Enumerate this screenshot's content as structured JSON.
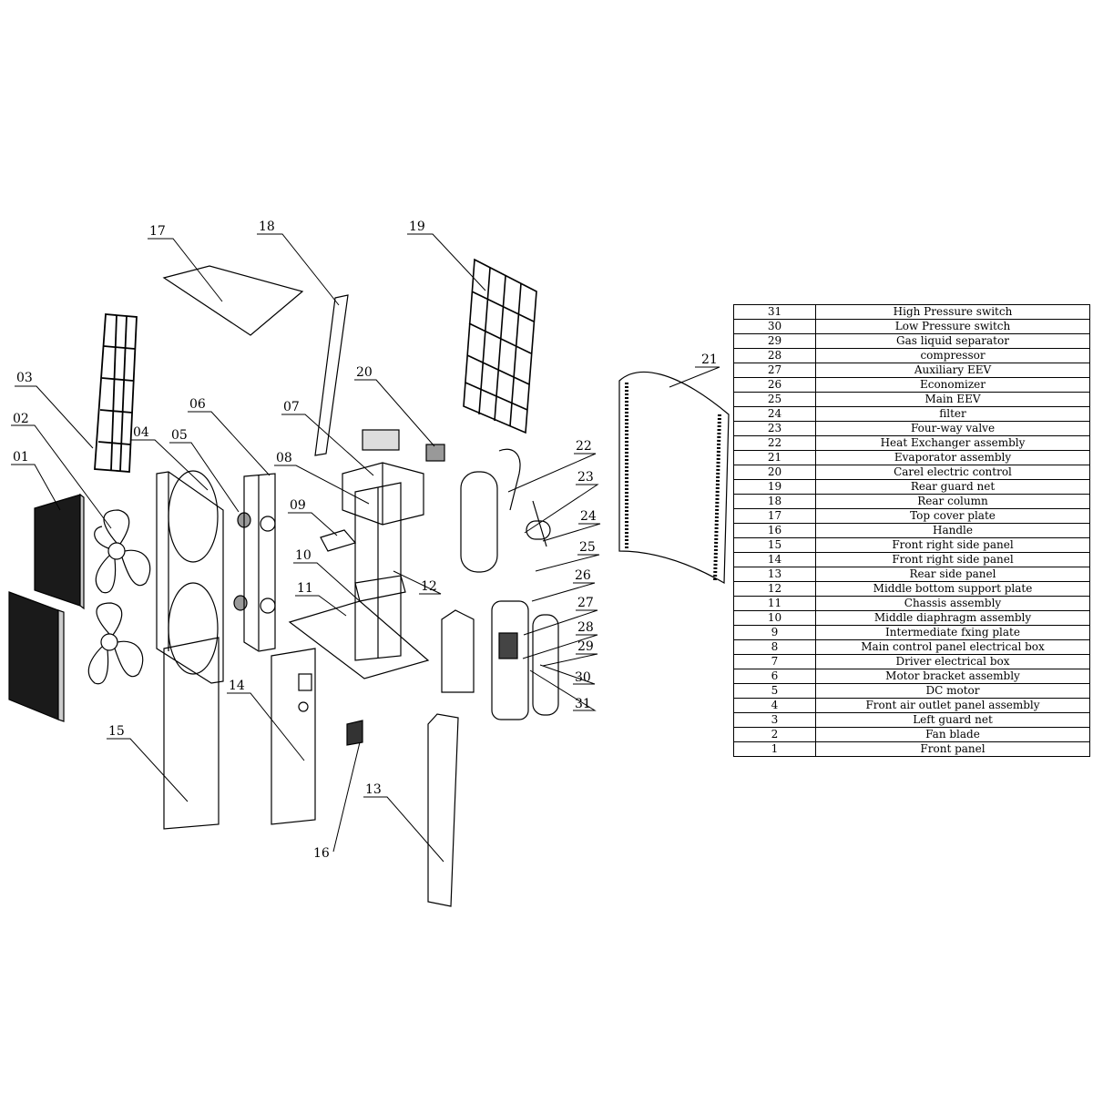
{
  "callouts": {
    "c01": "01",
    "c02": "02",
    "c03": "03",
    "c04": "04",
    "c05": "05",
    "c06": "06",
    "c07": "07",
    "c08": "08",
    "c09": "09",
    "c10": "10",
    "c11": "11",
    "c12": "12",
    "c13": "13",
    "c14": "14",
    "c15": "15",
    "c16": "16",
    "c17": "17",
    "c18": "18",
    "c19": "19",
    "c20": "20",
    "c21": "21",
    "c22": "22",
    "c23": "23",
    "c24": "24",
    "c25": "25",
    "c26": "26",
    "c27": "27",
    "c28": "28",
    "c29": "29",
    "c30": "30",
    "c31": "31"
  },
  "parts_table": [
    {
      "no": "31",
      "name": "High Pressure switch"
    },
    {
      "no": "30",
      "name": "Low Pressure switch"
    },
    {
      "no": "29",
      "name": "Gas liquid separator"
    },
    {
      "no": "28",
      "name": "compressor"
    },
    {
      "no": "27",
      "name": "Auxiliary EEV"
    },
    {
      "no": "26",
      "name": "Economizer"
    },
    {
      "no": "25",
      "name": "Main EEV"
    },
    {
      "no": "24",
      "name": "filter"
    },
    {
      "no": "23",
      "name": "Four-way valve"
    },
    {
      "no": "22",
      "name": "Heat Exchanger assembly"
    },
    {
      "no": "21",
      "name": "Evaporator assembly"
    },
    {
      "no": "20",
      "name": "Carel electric control"
    },
    {
      "no": "19",
      "name": "Rear guard net"
    },
    {
      "no": "18",
      "name": "Rear column"
    },
    {
      "no": "17",
      "name": "Top cover plate"
    },
    {
      "no": "16",
      "name": "Handle"
    },
    {
      "no": "15",
      "name": "Front right side panel"
    },
    {
      "no": "14",
      "name": "Front right side panel"
    },
    {
      "no": "13",
      "name": "Rear side panel"
    },
    {
      "no": "12",
      "name": "Middle bottom support plate"
    },
    {
      "no": "11",
      "name": "Chassis assembly"
    },
    {
      "no": "10",
      "name": "Middle diaphragm assembly"
    },
    {
      "no": "9",
      "name": "Intermediate fxing plate"
    },
    {
      "no": "8",
      "name": "Main control panel electrical box"
    },
    {
      "no": "7",
      "name": "Driver electrical box"
    },
    {
      "no": "6",
      "name": "Motor bracket assembly"
    },
    {
      "no": "5",
      "name": "DC motor"
    },
    {
      "no": "4",
      "name": "Front air outlet panel assembly"
    },
    {
      "no": "3",
      "name": "Left guard net"
    },
    {
      "no": "2",
      "name": "Fan blade"
    },
    {
      "no": "1",
      "name": "Front panel"
    }
  ]
}
